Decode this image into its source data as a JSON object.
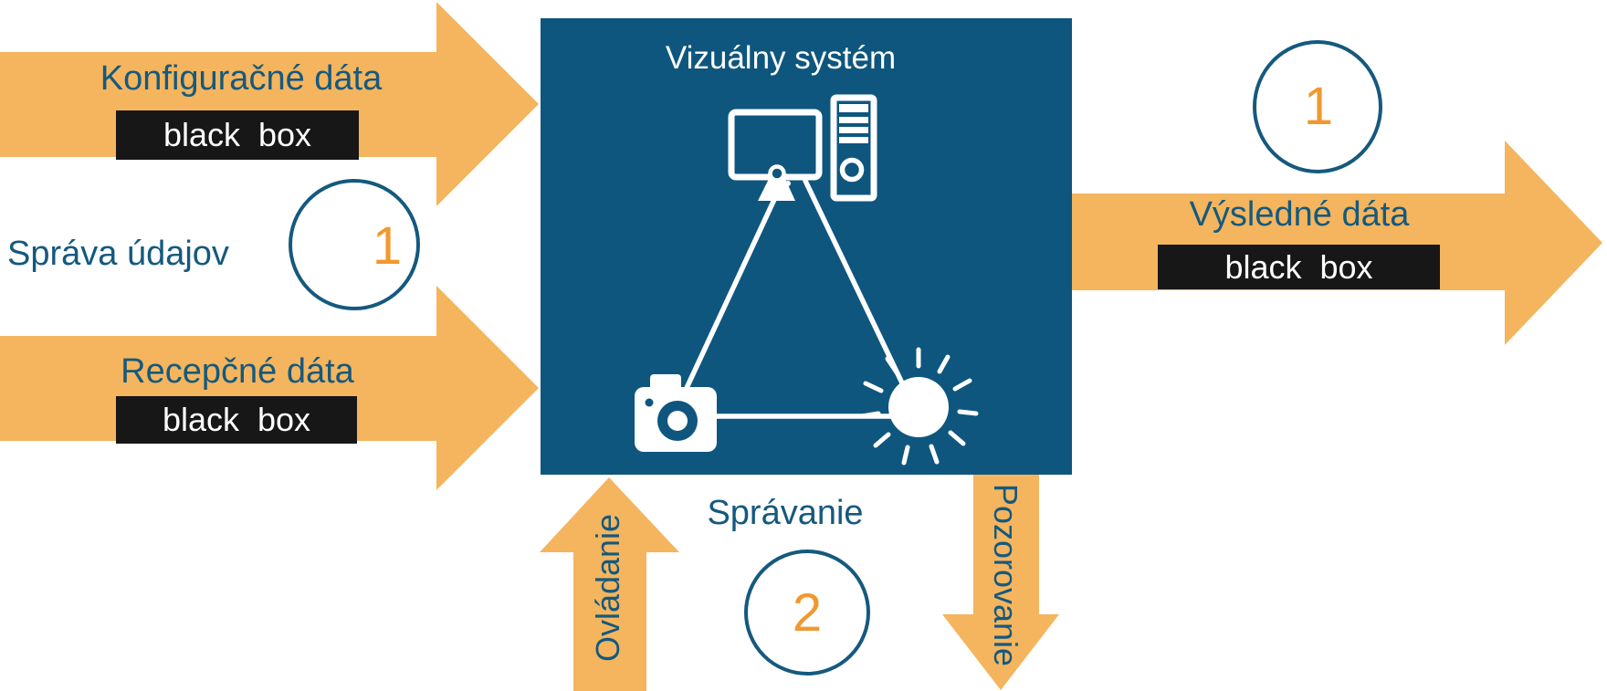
{
  "colors": {
    "arrow_orange": "#F4B55E",
    "panel_blue": "#0E567E",
    "text_blue": "#15597E",
    "number_orange": "#F0992F",
    "box_black": "#171717"
  },
  "inputs": {
    "config_label": "Konfiguračné dáta",
    "config_box": "black  box",
    "group_label": "Správa údajov",
    "badge": "1",
    "reception_label": "Recepčné dáta",
    "reception_box": "black  box"
  },
  "system": {
    "title": "Vizuálny systém"
  },
  "output": {
    "badge": "1",
    "label": "Výsledné dáta",
    "box": "black  box"
  },
  "control": {
    "label": "Ovládanie"
  },
  "behavior": {
    "label": "Správanie",
    "badge": "2"
  },
  "observation": {
    "label": "Pozorovanie"
  }
}
